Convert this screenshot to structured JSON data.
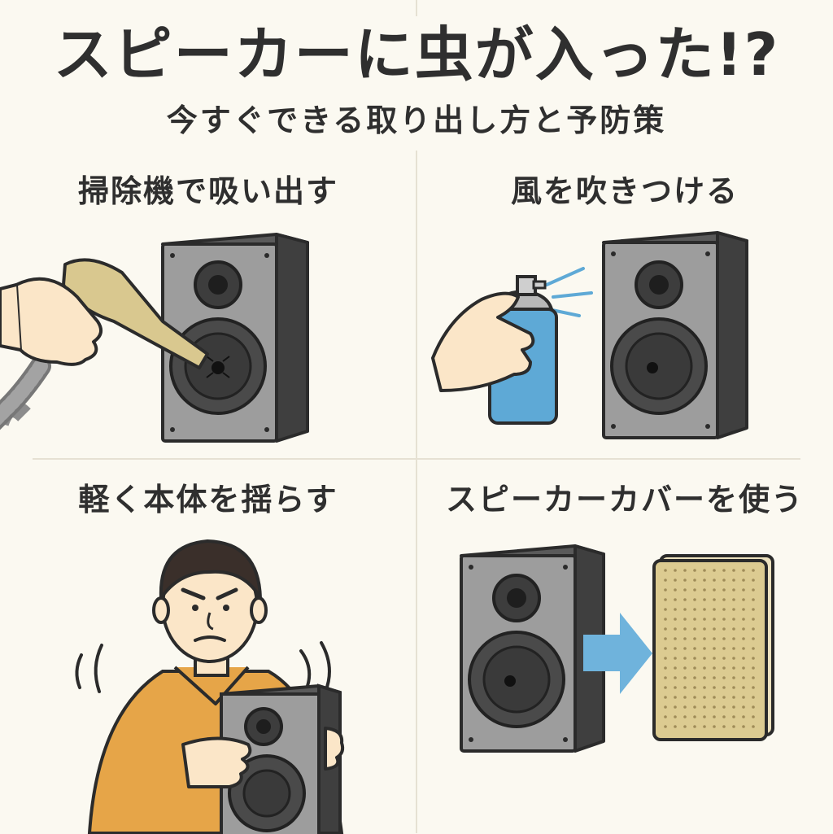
{
  "header": {
    "title": "スピーカーに虫が入った!?",
    "subtitle": "今すぐできる取り出し方と予防策"
  },
  "panels": [
    {
      "label": "掃除機で吸い出す",
      "icon": "vacuum-cleaner-icon"
    },
    {
      "label": "風を吹きつける",
      "icon": "air-spray-can-icon"
    },
    {
      "label": "軽く本体を揺らす",
      "icon": "shaking-person-icon"
    },
    {
      "label": "スピーカーカバーを使う",
      "icon": "speaker-cover-icon"
    }
  ],
  "colors": {
    "background": "#fbf9f1",
    "speaker_body": "#9c9c9c",
    "speaker_side": "#4a4a4a",
    "spray_can": "#5ea9d6",
    "arrow": "#6fb3dc",
    "cover": "#dccb91",
    "shirt": "#e6a548",
    "vacuum_nozzle": "#d9c88f"
  }
}
